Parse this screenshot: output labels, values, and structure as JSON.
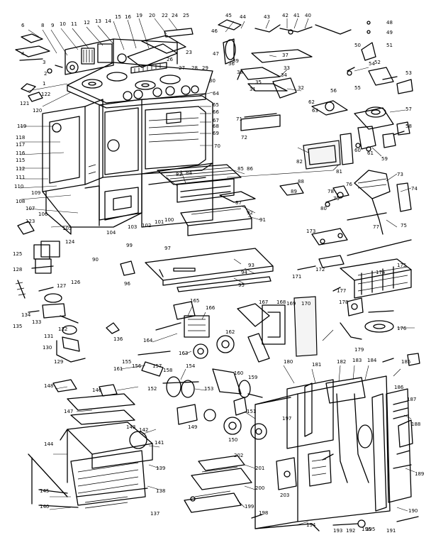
{
  "labels": {
    "l6": "6",
    "l8": "8",
    "l9": "9",
    "l10": "10",
    "l11": "11",
    "l12": "12",
    "l13": "13",
    "l14": "14",
    "l15": "15",
    "l16": "16",
    "l19": "19",
    "l20": "20",
    "l22": "22",
    "l24": "24",
    "l25": "25",
    "l23": "23",
    "l26": "26",
    "l4": "4",
    "l3": "3",
    "l2": "2",
    "l1": "1",
    "l27": "27",
    "l28": "28",
    "l29": "29",
    "l30": "30",
    "l122": "122",
    "l121": "121",
    "l120": "120",
    "l119": "119",
    "l118": "118",
    "l117": "117",
    "l116": "116",
    "l115": "115",
    "l112": "112",
    "l111": "111",
    "l110": "110",
    "l109": "109",
    "l108": "108",
    "l107": "107",
    "l106": "106",
    "l105": "105",
    "l123": "123",
    "l125": "125",
    "l126": "126",
    "l127": "127",
    "l128": "128",
    "l124": "124",
    "l134": "134",
    "l133": "133",
    "l131": "131",
    "l130": "130",
    "l129": "129",
    "l135": "135",
    "l90": "90",
    "l96": "96",
    "l97": "97",
    "l99": "99",
    "l103": "103",
    "l102": "102",
    "l104": "104",
    "l100": "100",
    "l101": "101",
    "l64": "64",
    "l65": "65",
    "l66": "66",
    "l67": "67",
    "l68": "68",
    "l69": "69",
    "l70": "70",
    "l71": "71",
    "l72": "72",
    "l82": "82",
    "l81": "81",
    "l83": "83",
    "l84": "84",
    "l85": "85",
    "l86": "86",
    "l87": "87",
    "l88": "88",
    "l89": "89",
    "l92": "92",
    "l93": "93",
    "l94": "94",
    "l95": "95",
    "l91": "91",
    "l45": "45",
    "l44": "44",
    "l43": "43",
    "l42": "42",
    "l41": "41",
    "l40": "40",
    "l46": "46",
    "l47": "47",
    "l48": "48",
    "l49": "49",
    "l50": "50",
    "l51": "51",
    "l52": "52",
    "l53": "53",
    "l54": "54",
    "l37": "37",
    "l33": "33",
    "l34": "34",
    "l35": "35",
    "l36": "36",
    "l38": "38",
    "l39": "39",
    "l32": "32",
    "l31": "31",
    "l62": "62",
    "l63": "63",
    "l56": "56",
    "l57": "57",
    "l58": "58",
    "l59": "59",
    "l60": "60",
    "l61": "61",
    "l73": "73",
    "l74": "74",
    "l75": "75",
    "l76": "76",
    "l77": "77",
    "l78": "78",
    "l79": "79",
    "l80": "80",
    "l173": "173",
    "l172": "172",
    "l174": "174",
    "l175": "175",
    "l171": "171",
    "l177": "177",
    "l178": "178",
    "l179": "179",
    "l165": "165",
    "l166": "166",
    "l167": "167",
    "l168": "168",
    "l169": "169",
    "l170": "170",
    "l164": "164",
    "l163": "163",
    "l162": "162",
    "l161": "161",
    "l160": "160",
    "l159": "159",
    "l158": "158",
    "l157": "157",
    "l156": "156",
    "l155": "155",
    "l154": "154",
    "l153": "153",
    "l152": "152",
    "l151": "151",
    "l150": "150",
    "l149": "149",
    "l148": "148",
    "l147": "147",
    "l146": "146",
    "l145": "145",
    "l144": "144",
    "l143": "143",
    "l142": "142",
    "l141": "141",
    "l140": "140",
    "l139": "139",
    "l138": "138",
    "l137": "137",
    "l136": "136",
    "l132": "132",
    "l180": "180",
    "l181": "181",
    "l182": "182",
    "l183": "183",
    "l184": "184",
    "l185": "185",
    "l186": "186",
    "l187": "187",
    "l188": "188",
    "l189": "189",
    "l190": "190",
    "l191": "191",
    "l192": "192",
    "l193": "193",
    "l194": "194",
    "l195": "195",
    "l196": "196",
    "l197": "197",
    "l198": "198",
    "l199": "199",
    "l200": "200",
    "l201": "201",
    "l202": "202",
    "l203": "203",
    "l176": "176",
    "l55": "55"
  }
}
